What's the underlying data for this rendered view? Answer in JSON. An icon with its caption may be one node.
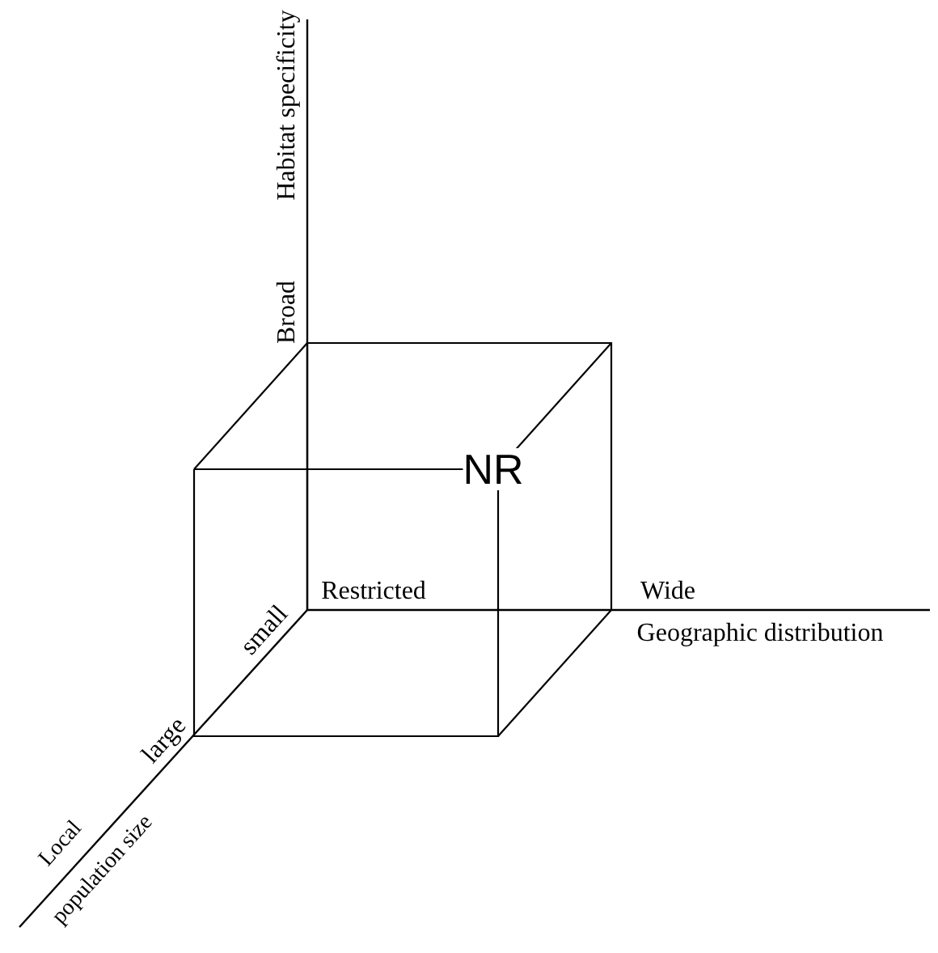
{
  "diagram": {
    "labels": [
      "Habitat specificity",
      "Broad",
      "NR",
      "Restricted",
      "Wide",
      "Geographic distribution",
      "small",
      "large",
      "Local",
      "population size"
    ]
  }
}
